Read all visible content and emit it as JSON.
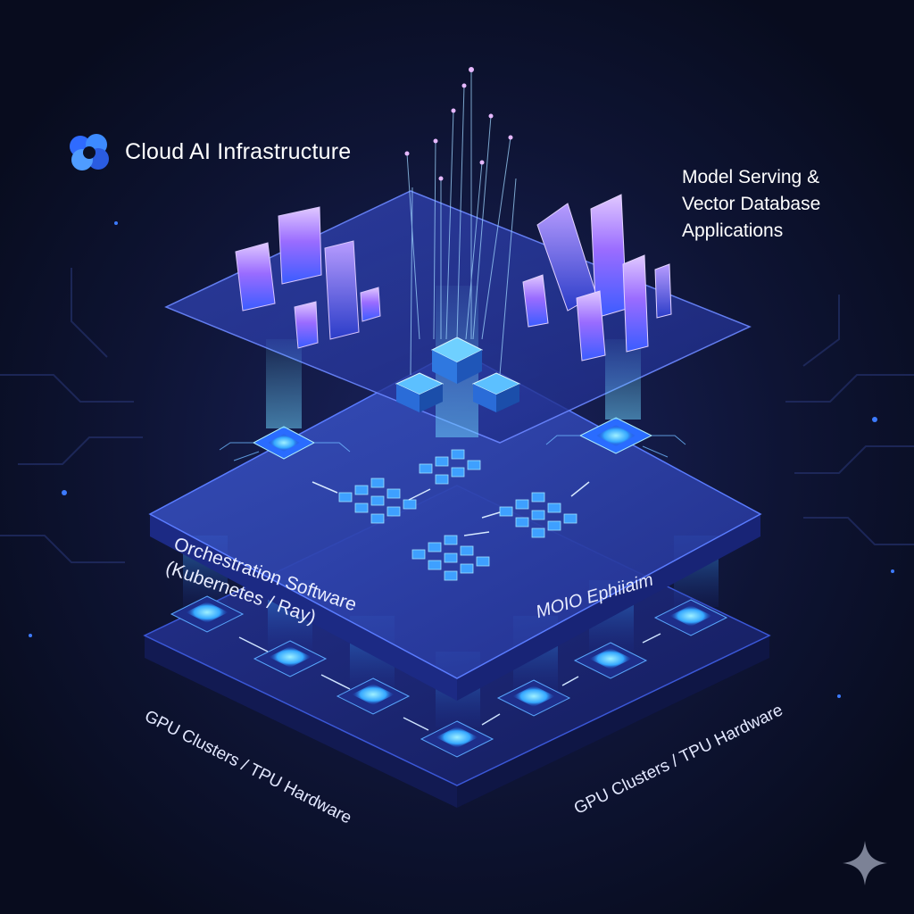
{
  "header": {
    "brand_icon": "cloud-flower-logo",
    "title": "Cloud AI Infrastructure"
  },
  "layers": {
    "application": {
      "label_lines": [
        "Model Serving &",
        "Vector Database",
        "Applications"
      ]
    },
    "orchestration": {
      "label_lines": [
        "Orchestration Software",
        "(Kubernetes / Ray)"
      ],
      "secondary_label": "MOIO Ephiiaim"
    },
    "hardware": {
      "label_left": "GPU Clusters / TPU Hardware",
      "label_right": "GPU Clusters / TPU Hardware"
    }
  },
  "decor": {
    "corner_icon": "sparkle-icon"
  },
  "colors": {
    "background": "#0b1024",
    "panel": "#2a3a9e",
    "glow": "#4fc3ff",
    "crystal": "#8a6cff",
    "text": "#f2f4ff"
  }
}
